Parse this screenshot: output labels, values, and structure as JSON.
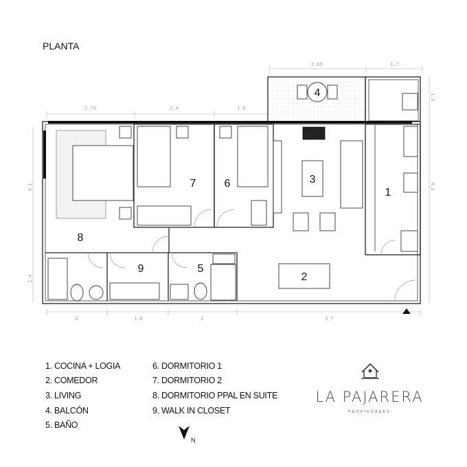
{
  "title": "PLANTA",
  "dimensions": {
    "top": [
      "2,75",
      "2,4",
      "1,6"
    ],
    "balcony_top": [
      "2,95",
      "1,7"
    ],
    "right": [
      "1,3",
      "4,1"
    ],
    "left": [
      "4,1",
      "1,4"
    ],
    "bottom": [
      "2",
      "1,8",
      "2",
      "5,7"
    ]
  },
  "rooms": [
    "1",
    "2",
    "3",
    "4",
    "5",
    "6",
    "7",
    "8",
    "9"
  ],
  "legend": [
    "1. COCINA + LOGIA",
    "2. COMEDOR",
    "3. LIVING",
    "4. BALCÓN",
    "5. BAÑO",
    "6. DORMITORIO 1",
    "7. DORMITORIO 2",
    "8. DORMITORIO PPAL EN SUITE",
    "9. WALK IN CLOSET"
  ],
  "north": "N",
  "logo": {
    "name": "LA PAJARERA",
    "subtitle": "PROPIEDADES",
    "icon": "birdhouse-icon"
  }
}
